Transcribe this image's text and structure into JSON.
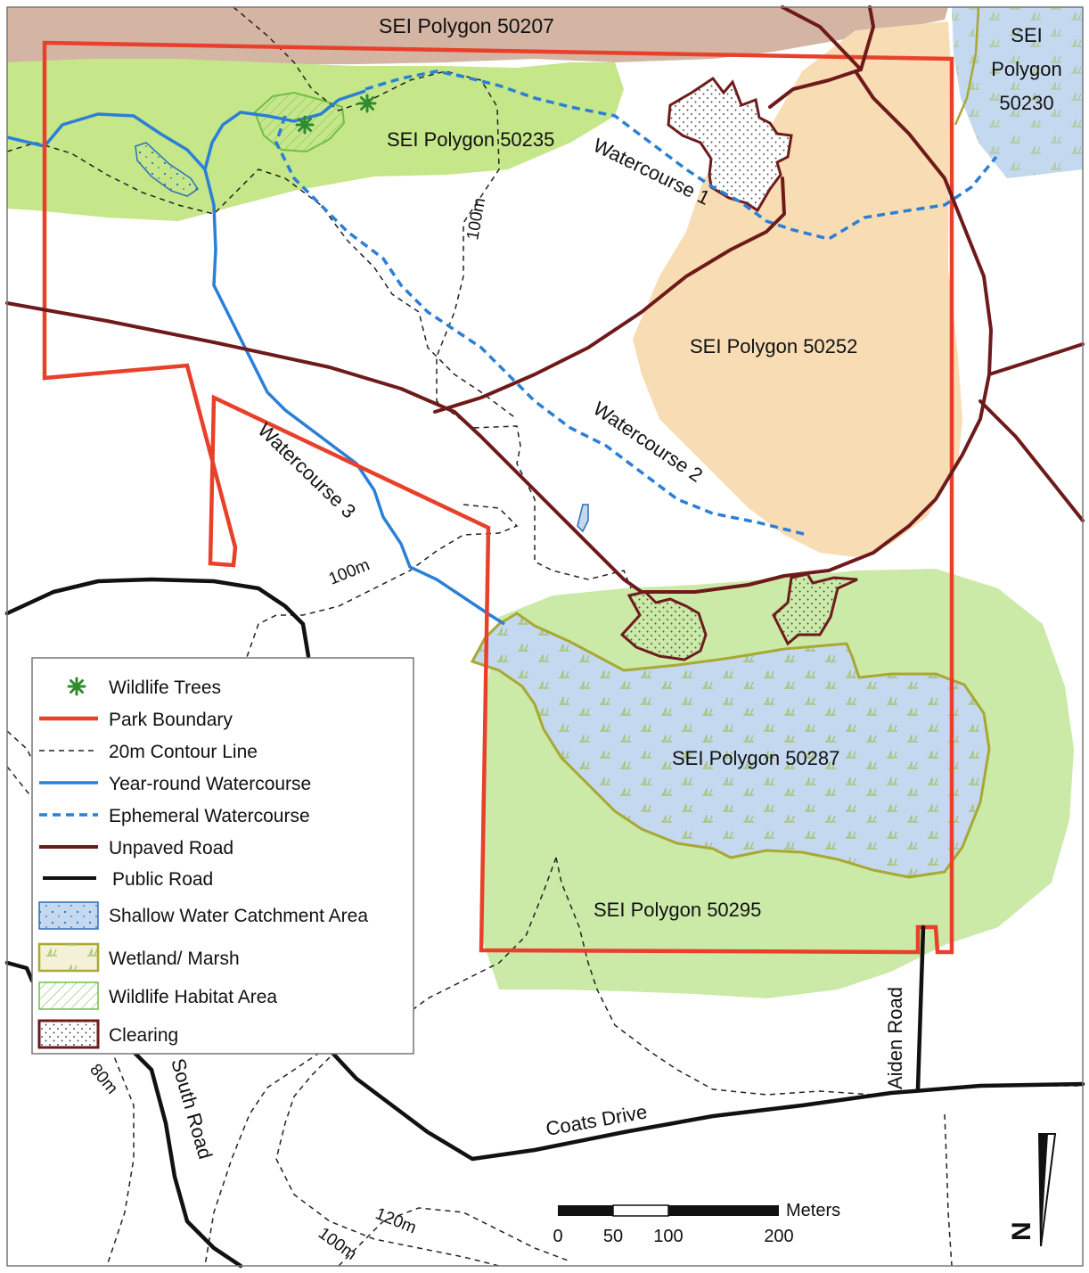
{
  "map": {
    "polygons": {
      "p50207": "SEI Polygon 50207",
      "p50230_l1": "SEI",
      "p50230_l2": "Polygon",
      "p50230_l3": "50230",
      "p50235": "SEI Polygon 50235",
      "p50252": "SEI Polygon 50252",
      "p50287": "SEI Polygon 50287",
      "p50295": "SEI Polygon 50295"
    },
    "watercourses": {
      "w1": "Watercourse 1",
      "w2": "Watercourse 2",
      "w3": "Watercourse 3"
    },
    "contours": {
      "c100_top": "100m",
      "c100_mid": "100m",
      "c80": "80m",
      "c120": "120m",
      "c100_bottom": "100m"
    },
    "roads": {
      "south_road": "South Road",
      "coats_drive": "Coats Drive",
      "aiden_road": "Aiden Road"
    },
    "colors": {
      "sei_brown": "#d4b5a4",
      "sei_green": "#c6e68a",
      "sei_peach": "#f8dcb4",
      "sei_blue": "#c4d8ef",
      "light_green": "#cbeaa8",
      "park_boundary": "#e8402a",
      "unpaved_road": "#6e1a1a",
      "public_road": "#111111",
      "watercourse": "#2b7fd6",
      "wetland_edge": "#a8a832"
    }
  },
  "legend": {
    "items": [
      {
        "key": "wildlife_trees",
        "label": "Wildlife Trees",
        "icon": "asterisk-icon"
      },
      {
        "key": "park_boundary",
        "label": "Park Boundary",
        "icon": "red-line-icon"
      },
      {
        "key": "contour",
        "label": "20m Contour Line",
        "icon": "dashed-line-icon"
      },
      {
        "key": "year_round",
        "label": "Year-round Watercourse",
        "icon": "blue-line-icon"
      },
      {
        "key": "ephemeral",
        "label": "Ephemeral Watercourse",
        "icon": "blue-dashed-line-icon"
      },
      {
        "key": "unpaved",
        "label": "Unpaved Road",
        "icon": "brown-line-icon"
      },
      {
        "key": "public",
        "label": "Public Road",
        "icon": "black-line-icon"
      },
      {
        "key": "shallow",
        "label": "Shallow Water Catchment Area",
        "icon": "shallow-water-swatch-icon"
      },
      {
        "key": "wetland",
        "label": "Wetland/ Marsh",
        "icon": "wetland-swatch-icon"
      },
      {
        "key": "habitat",
        "label": "Wildlife Habitat Area",
        "icon": "habitat-swatch-icon"
      },
      {
        "key": "clearing",
        "label": "Clearing",
        "icon": "clearing-swatch-icon"
      }
    ]
  },
  "scale": {
    "unit": "Meters",
    "ticks": [
      "0",
      "50",
      "100",
      "200"
    ]
  },
  "north_arrow": {
    "letter": "N",
    "icon": "north-arrow-icon"
  }
}
